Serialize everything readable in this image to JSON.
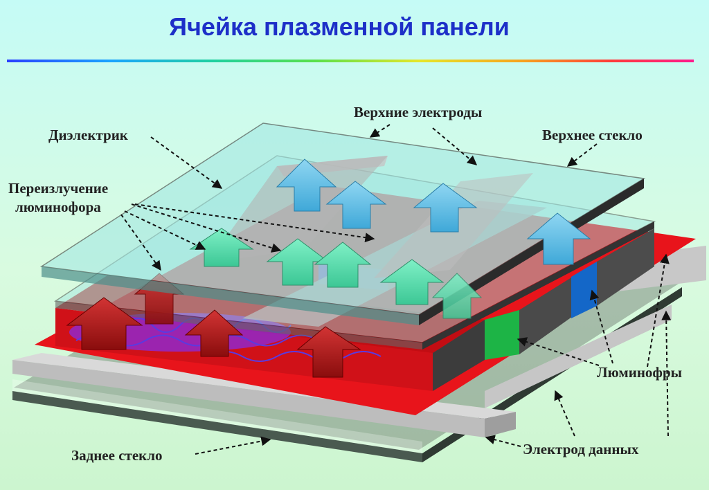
{
  "title": "Ячейка плазменной панели",
  "labels": {
    "top_electrodes": "Верхние электроды",
    "dielectric": "Диэлектрик",
    "top_glass": "Верхнее стекло",
    "phosphor_reemission_line1": "Переизлучение",
    "phosphor_reemission_line2": "люминофора",
    "phosphors": "Люминофры",
    "back_glass": "Заднее стекло",
    "data_electrode": "Электрод данных"
  },
  "colors": {
    "title": "#1d2fc8",
    "red_phosphor": "#e8141b",
    "green_phosphor": "#1fb94a",
    "blue_phosphor": "#1467c8",
    "glass": "#9fe6e2",
    "electrode": "#b8b8b8"
  }
}
